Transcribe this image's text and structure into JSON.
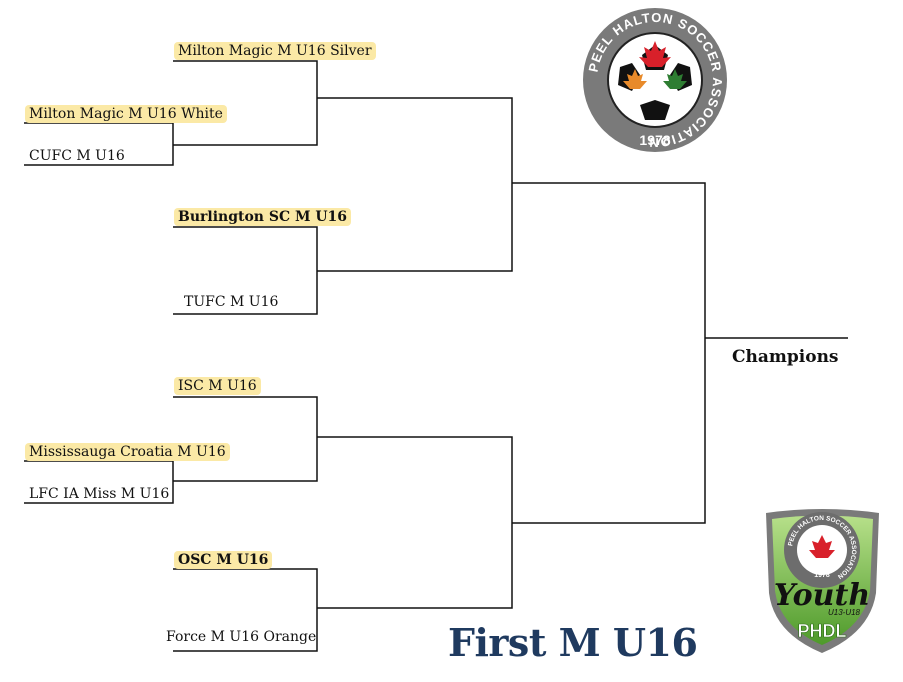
{
  "title": "First M U16",
  "champions_label": "Champions",
  "teams": [
    {
      "name": "Milton Magic M U16 Silver",
      "highlighted": true,
      "bold": false
    },
    {
      "name": "Milton Magic M U16 White",
      "highlighted": true,
      "bold": false
    },
    {
      "name": "CUFC M U16",
      "highlighted": false,
      "bold": false
    },
    {
      "name": "Burlington SC M U16",
      "highlighted": true,
      "bold": true
    },
    {
      "name": "TUFC M U16",
      "highlighted": false,
      "bold": false
    },
    {
      "name": "ISC M U16",
      "highlighted": true,
      "bold": false
    },
    {
      "name": "Mississauga Croatia M U16",
      "highlighted": true,
      "bold": false
    },
    {
      "name": "LFC IA Miss M U16",
      "highlighted": false,
      "bold": false
    },
    {
      "name": "OSC M U16",
      "highlighted": true,
      "bold": true
    },
    {
      "name": "Force M U16 Orange",
      "highlighted": false,
      "bold": false
    }
  ],
  "logos": {
    "peel_halton": {
      "ring_text": "PEEL HALTON SOCCER ASSOCIATION",
      "year": "1978"
    },
    "phdl_youth": {
      "script": "Youth",
      "sub": "U13-U18",
      "name": "PHDL",
      "ring_text": "PEEL HALTON SOCCER ASSOCIATION",
      "year": "1978"
    }
  },
  "colors": {
    "highlight": "#fbe9a6",
    "title": "#1f3a5f",
    "line": "#111111",
    "maple_red": "#d8202a",
    "maple_orange": "#e88a2a",
    "maple_green": "#2e7d32",
    "shield_green": "#7cc242"
  }
}
